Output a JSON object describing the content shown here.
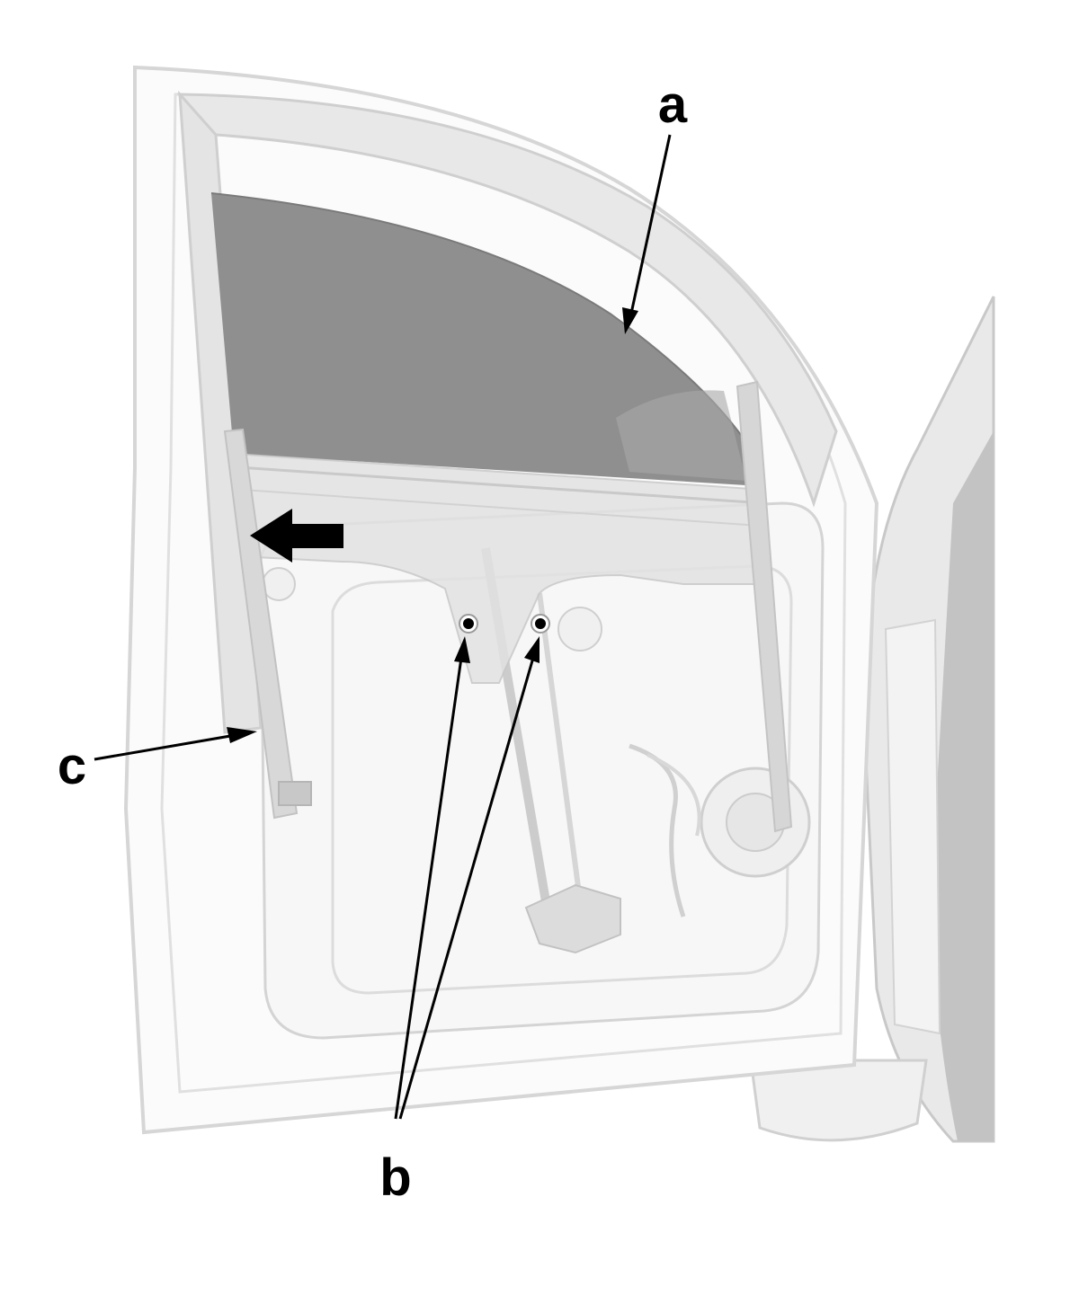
{
  "callouts": {
    "a": "a",
    "b": "b",
    "c": "c"
  },
  "colors": {
    "glass": "#8f8f8f",
    "door_outline": "#d8d8d8",
    "door_fill": "#fbfbfb",
    "line": "#000000"
  }
}
